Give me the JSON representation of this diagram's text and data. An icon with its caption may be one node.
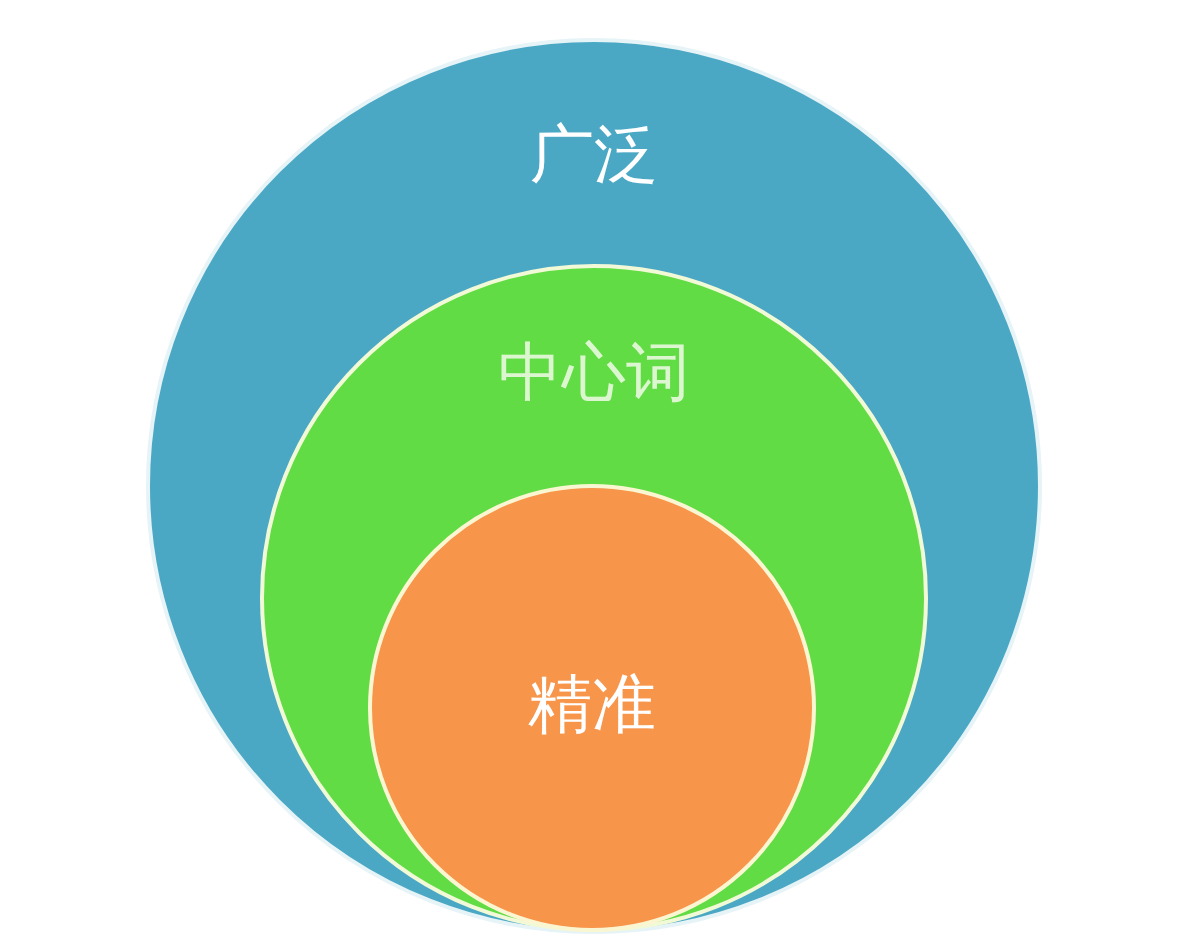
{
  "diagram": {
    "nodes": [
      {
        "text": [
          "广泛"
        ]
      },
      {
        "text": [
          "中心词"
        ],
        "in": 0
      },
      {
        "text": [
          "精准"
        ],
        "in": 1
      }
    ]
  }
}
